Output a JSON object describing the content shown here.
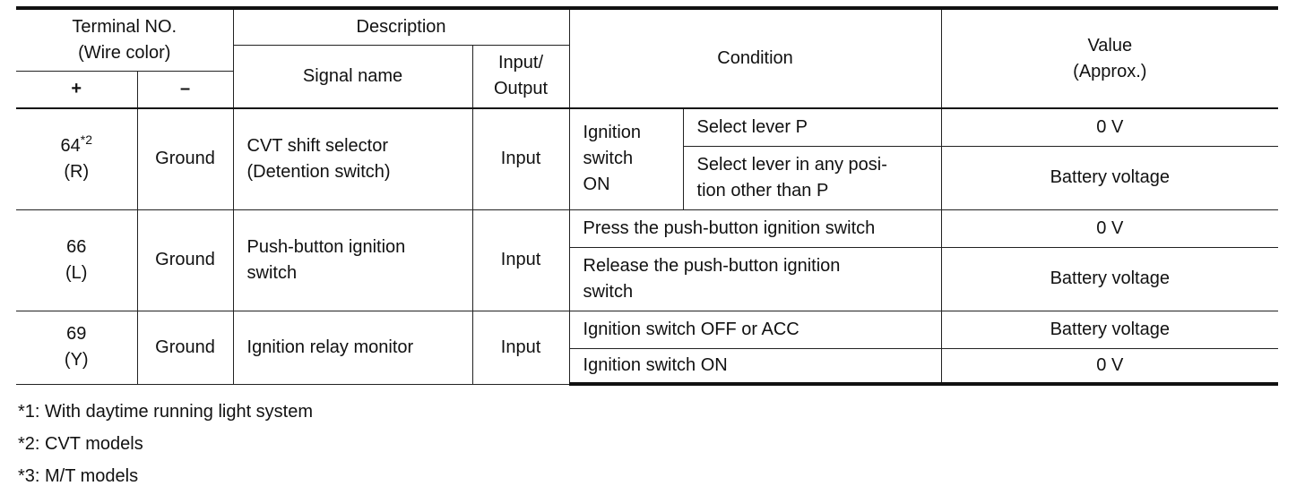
{
  "header": {
    "terminal_no_line1": "Terminal NO.",
    "terminal_no_line2": "(Wire color)",
    "plus": "+",
    "minus": "–",
    "description": "Description",
    "signal_name": "Signal name",
    "io_line1": "Input/",
    "io_line2": "Output",
    "condition": "Condition",
    "value_line1": "Value",
    "value_line2": "(Approx.)"
  },
  "rows": [
    {
      "terminal": "64",
      "terminal_sup": "*2",
      "wire": "(R)",
      "minus": "Ground",
      "signal_line1": "CVT shift selector",
      "signal_line2": "(Detention switch)",
      "io": "Input",
      "condition_group_line1": "Ignition",
      "condition_group_line2": "switch",
      "condition_group_line3": "ON",
      "conditions": [
        {
          "line1": "Select lever P",
          "line2": "",
          "value": "0 V"
        },
        {
          "line1": "Select lever in any posi-",
          "line2": "tion other than P",
          "value": "Battery voltage"
        }
      ]
    },
    {
      "terminal": "66",
      "wire": "(L)",
      "minus": "Ground",
      "signal_line1": "Push-button ignition",
      "signal_line2": "switch",
      "io": "Input",
      "conditions": [
        {
          "line1": "Press the push-button ignition switch",
          "line2": "",
          "value": "0 V"
        },
        {
          "line1": "Release the push-button ignition",
          "line2": "switch",
          "value": "Battery voltage"
        }
      ]
    },
    {
      "terminal": "69",
      "wire": "(Y)",
      "minus": "Ground",
      "signal_line1": "Ignition relay monitor",
      "io": "Input",
      "conditions": [
        {
          "line1": "Ignition switch OFF or ACC",
          "value": "Battery voltage"
        },
        {
          "line1": "Ignition switch ON",
          "value": "0 V"
        }
      ]
    }
  ],
  "footnotes": [
    "*1: With daytime running light system",
    "*2: CVT models",
    "*3: M/T models"
  ]
}
